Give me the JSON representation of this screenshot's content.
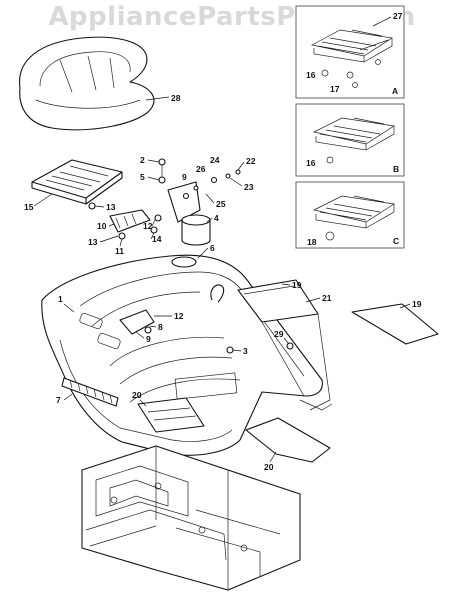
{
  "watermark": "AppliancePartsPros.com",
  "callouts": {
    "c1": "1",
    "c2": "2",
    "c3": "3",
    "c4": "4",
    "c5": "5",
    "c6": "6",
    "c7": "7",
    "c8": "8",
    "c9a": "9",
    "c9b": "9",
    "c10": "10",
    "c11": "11",
    "c12a": "12",
    "c12b": "12",
    "c13a": "13",
    "c13b": "13",
    "c14": "14",
    "c15": "15",
    "c16a": "16",
    "c16b": "16",
    "c17": "17",
    "c18": "18",
    "c19a": "19",
    "c19b": "19",
    "c20a": "20",
    "c20b": "20",
    "c21": "21",
    "c22": "22",
    "c23": "23",
    "c24": "24",
    "c25": "25",
    "c26": "26",
    "c27": "27",
    "c28": "28",
    "c29": "29"
  },
  "insets": {
    "a": "A",
    "b": "B",
    "c": "C"
  }
}
